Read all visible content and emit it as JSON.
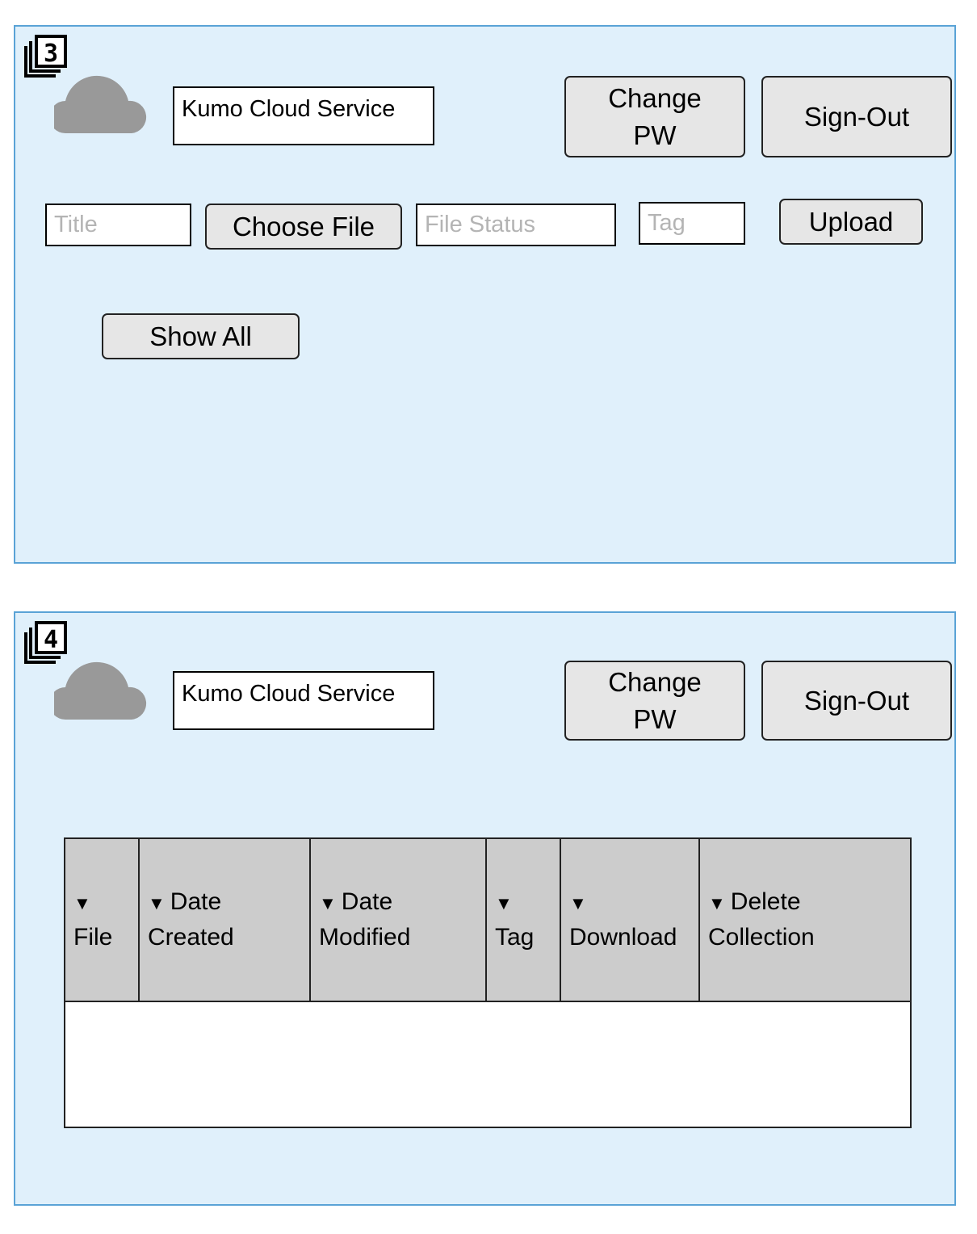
{
  "screen3": {
    "frame_number": "3",
    "header": {
      "title": "Kumo Cloud Service",
      "change_pw_line1": "Change",
      "change_pw_line2": "PW",
      "sign_out_label": "Sign-Out"
    },
    "upload_form": {
      "title_placeholder": "Title",
      "choose_file_label": "Choose File",
      "file_status_placeholder": "File Status",
      "tag_placeholder": "Tag",
      "upload_label": "Upload"
    },
    "show_all_label": "Show All"
  },
  "screen4": {
    "frame_number": "4",
    "header": {
      "title": "Kumo Cloud Service",
      "change_pw_line1": "Change",
      "change_pw_line2": "PW",
      "sign_out_label": "Sign-Out"
    },
    "table": {
      "sort_arrow": "▼",
      "columns": [
        {
          "line1": "",
          "line2": "File"
        },
        {
          "line1": "Date",
          "line2": "Created"
        },
        {
          "line1": "Date",
          "line2": "Modified"
        },
        {
          "line1": "",
          "line2": "Tag"
        },
        {
          "line1": "",
          "line2": "Download"
        },
        {
          "line1": "Delete",
          "line2": "Collection"
        }
      ],
      "rows": []
    }
  },
  "colors": {
    "panel_background": "#e0f0fb",
    "panel_border": "#5aa3d6",
    "button_background": "#e6e6e6",
    "table_header_background": "#cccccc",
    "cloud_icon": "#999999"
  }
}
